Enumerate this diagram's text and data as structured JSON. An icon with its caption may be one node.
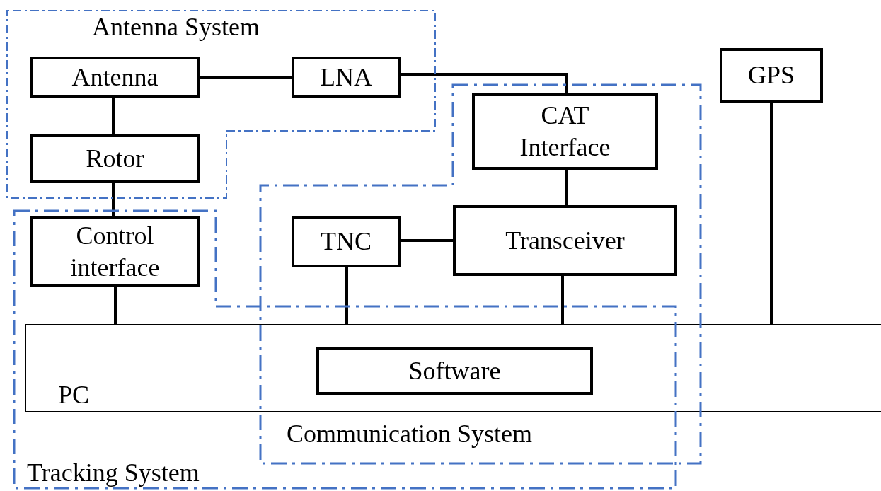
{
  "diagram": {
    "nodes": [
      {
        "text": [
          "Antenna System"
        ]
      },
      {
        "text": [
          "Antenna"
        ],
        "in": 0
      },
      {
        "text": [
          "LNA"
        ],
        "in": 0
      },
      {
        "text": [
          "Rotor"
        ],
        "in": 0
      },
      {
        "text": [
          "Tracking System"
        ]
      },
      {
        "text": [
          "Control interface"
        ],
        "in": 4
      },
      {
        "text": [
          "Communication System"
        ]
      },
      {
        "text": [
          "CAT Interface"
        ],
        "in": 6
      },
      {
        "text": [
          "TNC"
        ],
        "in": 6
      },
      {
        "text": [
          "Transceiver"
        ],
        "in": 6
      },
      {
        "text": [
          "GPS"
        ]
      },
      {
        "text": [
          "PC"
        ]
      },
      {
        "text": [
          "Software"
        ]
      }
    ],
    "edges": [
      {
        "from": 1,
        "to": 2,
        "arrow": "none"
      },
      {
        "from": 1,
        "to": 3,
        "arrow": "none"
      },
      {
        "from": 2,
        "to": 7,
        "arrow": "none"
      },
      {
        "from": 3,
        "to": 5,
        "arrow": "none"
      },
      {
        "from": 7,
        "to": 9,
        "arrow": "none"
      },
      {
        "from": 8,
        "to": 9,
        "arrow": "none"
      },
      {
        "from": 5,
        "to": 11,
        "arrow": "none"
      },
      {
        "from": 8,
        "to": 11,
        "arrow": "none"
      },
      {
        "from": 9,
        "to": 11,
        "arrow": "none"
      },
      {
        "from": 10,
        "to": 11,
        "arrow": "none"
      }
    ]
  }
}
